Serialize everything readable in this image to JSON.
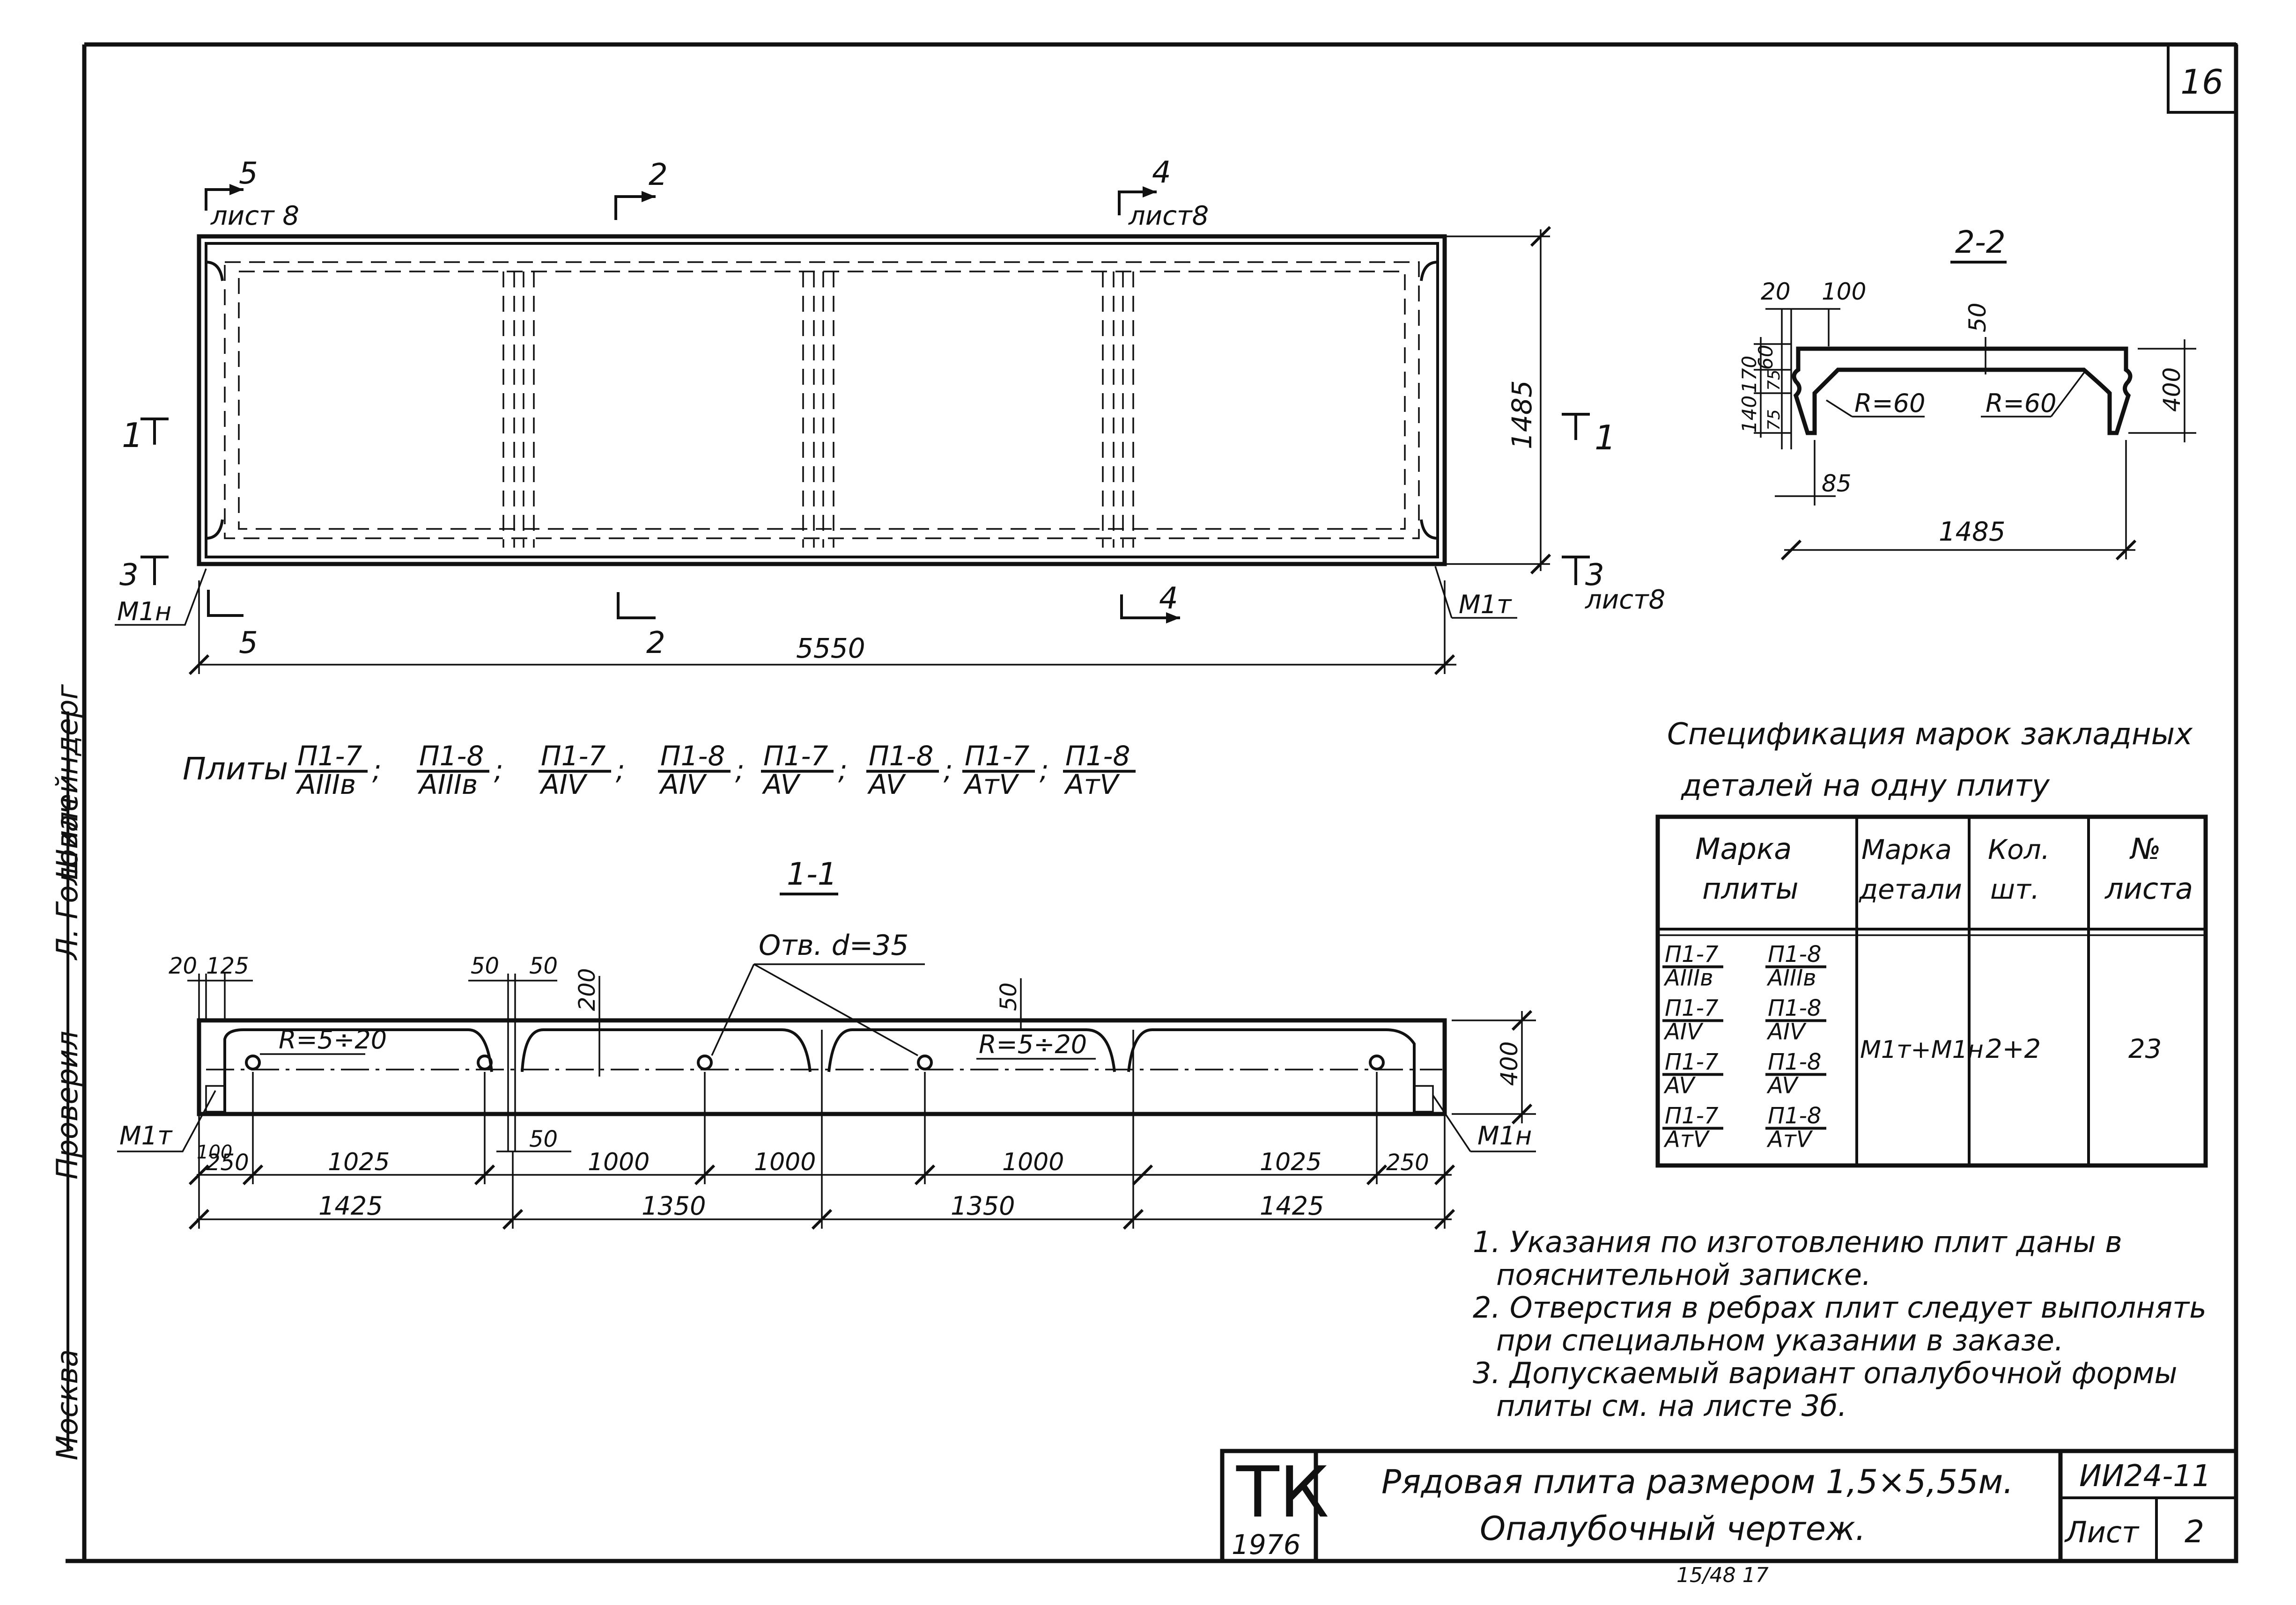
{
  "sheet_number": "16",
  "plan": {
    "sections": {
      "s5": {
        "num": "5",
        "sheet": "лист 8"
      },
      "s2": {
        "num": "2"
      },
      "s4": {
        "num": "4",
        "sheet": "лист8"
      },
      "s1": {
        "num": "1"
      },
      "s3": {
        "num": "3",
        "sheet": "лист8"
      }
    },
    "dims": {
      "length": "5550",
      "width": "1485"
    },
    "marks": {
      "left": "М1н",
      "right": "М1т"
    }
  },
  "section_22": {
    "title": "2-2",
    "dims": {
      "d20": "20",
      "d100": "100",
      "d50": "50",
      "d60": "60",
      "d170": "170",
      "d140": "140",
      "d75a": "75",
      "d75b": "75",
      "d400": "400",
      "d85": "85",
      "d1485": "1485"
    },
    "radius_left": "R=60",
    "radius_right": "R=60"
  },
  "plates_label": "Плиты",
  "plates": [
    {
      "num": "П1-7",
      "den": "AIIIв"
    },
    {
      "num": "П1-8",
      "den": "AIIIв"
    },
    {
      "num": "П1-7",
      "den": "AIV"
    },
    {
      "num": "П1-8",
      "den": "AIV"
    },
    {
      "num": "П1-7",
      "den": "AV"
    },
    {
      "num": "П1-8",
      "den": "AV"
    },
    {
      "num": "П1-7",
      "den": "AтV"
    },
    {
      "num": "П1-8",
      "den": "AтV"
    }
  ],
  "section_11": {
    "title": "1-1",
    "hole": "Отв. d=35",
    "radius_left": "R=5÷20",
    "radius_right": "R=5÷20",
    "top_dims": {
      "d20": "20",
      "d125": "125",
      "d50a": "50",
      "d50b": "50",
      "d200": "200",
      "d50c": "50",
      "d400": "400"
    },
    "mid_dims": {
      "d100": "100",
      "d250a": "250",
      "d1025a": "1025",
      "d50": "50",
      "d1000a": "1000",
      "d1000b": "1000",
      "d1000c": "1000",
      "d1025b": "1025",
      "d250b": "250"
    },
    "bottom_dims": {
      "d1425a": "1425",
      "d1350a": "1350",
      "d1350b": "1350",
      "d1425b": "1425"
    },
    "marks": {
      "left": "М1т",
      "right": "М1н"
    }
  },
  "spec": {
    "title_line1": "Спецификация марок закладных",
    "title_line2": "деталей на одну плиту",
    "headers": {
      "col1a": "Марка",
      "col1b": "плиты",
      "col2a": "Марка",
      "col2b": "детали",
      "col3a": "Кол.",
      "col3b": "шт.",
      "col4a": "№",
      "col4b": "листа"
    },
    "row": {
      "plates": [
        {
          "num": "П1-7",
          "den": "AIIIв"
        },
        {
          "num": "П1-8",
          "den": "AIIIв"
        },
        {
          "num": "П1-7",
          "den": "AIV"
        },
        {
          "num": "П1-8",
          "den": "AIV"
        },
        {
          "num": "П1-7",
          "den": "AV"
        },
        {
          "num": "П1-8",
          "den": "AV"
        },
        {
          "num": "П1-7",
          "den": "AтV"
        },
        {
          "num": "П1-8",
          "den": "AтV"
        }
      ],
      "detail": "М1т+М1н",
      "qty": "2+2",
      "sheet": "23"
    }
  },
  "notes": {
    "n1a": "1. Указания по изготовлению плит даны в",
    "n1b": "пояснительной записке.",
    "n2a": "2. Отверстия в ребрах плит следует выполнять",
    "n2b": "при специальном указании в заказе.",
    "n3a": "3. Допускаемый вариант опалубочной формы",
    "n3b": "плиты см. на листе 3б."
  },
  "title_block": {
    "org": "ТК",
    "year": "1976",
    "title_line1": "Рядовая плита размером 1,5×5,55м.",
    "title_line2": "Опалубочный чертеж.",
    "code": "ИИ24-11",
    "sheet_label": "Лист",
    "sheet_no": "2"
  },
  "side_stamp": {
    "role1": "Проверил",
    "name1": "Л. Головач",
    "role2": "Шилейндерг",
    "role3": "Москва"
  },
  "footer_code": "15/48    17"
}
